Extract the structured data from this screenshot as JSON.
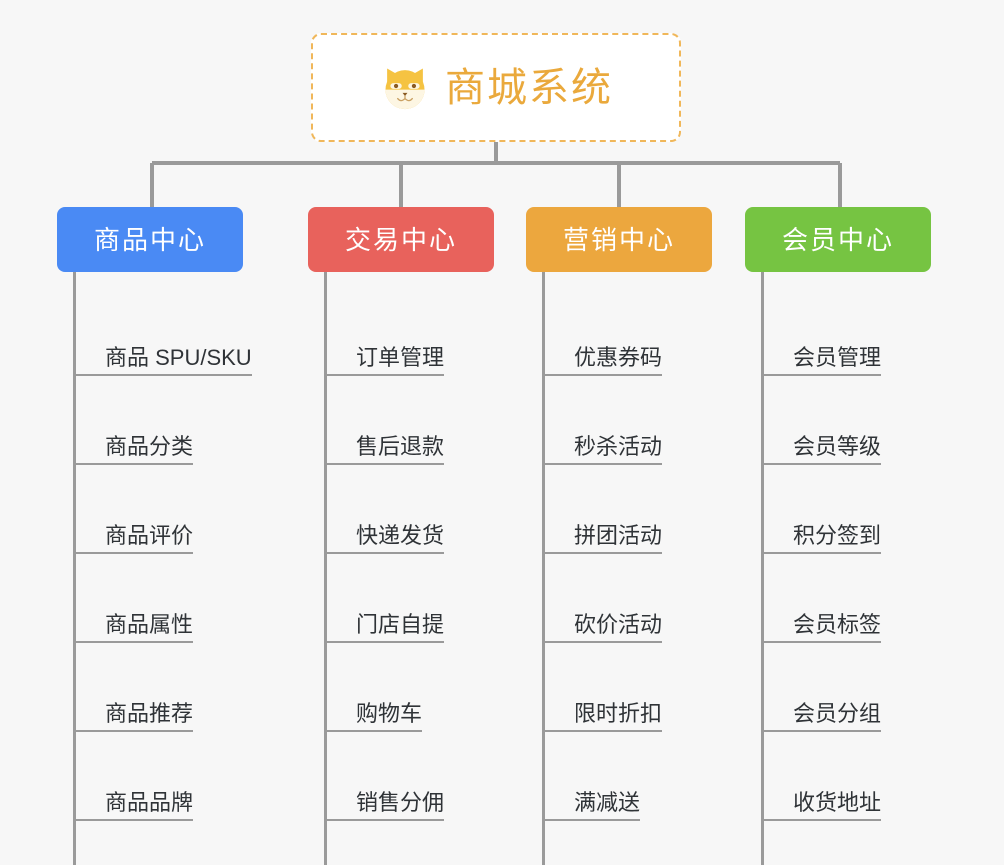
{
  "root": {
    "title": "商城系统",
    "icon": "dog-face-icon",
    "border_color": "#f0b75a",
    "text_color": "#eaa93c",
    "background": "#ffffff"
  },
  "canvas": {
    "background": "#f7f7f7",
    "connector_color": "#9a9a9a"
  },
  "columns": [
    {
      "id": "product-center",
      "title": "商品中心",
      "color": "#4a8af4",
      "items": [
        "商品 SPU/SKU",
        "商品分类",
        "商品评价",
        "商品属性",
        "商品推荐",
        "商品品牌"
      ]
    },
    {
      "id": "trade-center",
      "title": "交易中心",
      "color": "#e8625c",
      "items": [
        "订单管理",
        "售后退款",
        "快递发货",
        "门店自提",
        "购物车",
        "销售分佣"
      ]
    },
    {
      "id": "marketing-center",
      "title": "营销中心",
      "color": "#eca73e",
      "items": [
        "优惠券码",
        "秒杀活动",
        "拼团活动",
        "砍价活动",
        "限时折扣",
        "满减送"
      ]
    },
    {
      "id": "member-center",
      "title": "会员中心",
      "color": "#76c442",
      "items": [
        "会员管理",
        "会员等级",
        "积分签到",
        "会员标签",
        "会员分组",
        "收货地址"
      ]
    }
  ]
}
